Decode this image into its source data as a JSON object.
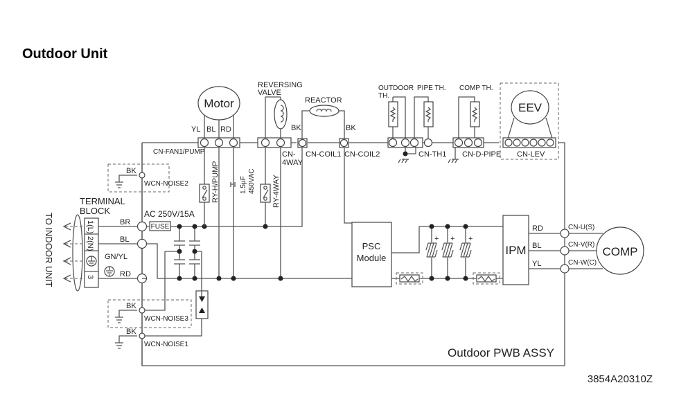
{
  "title": "Outdoor Unit",
  "drawing_number": "3854A20310Z",
  "board_label": "Outdoor PWB ASSY",
  "components": {
    "motor": "Motor",
    "reversing_valve": [
      "REVERSING",
      "VALVE"
    ],
    "reactor": "REACTOR",
    "outdoor_th": [
      "OUTDOOR",
      "TH."
    ],
    "pipe_th": "PIPE TH.",
    "comp_th": "COMP TH.",
    "eev": "EEV",
    "psc_module": [
      "PSC",
      "Module"
    ],
    "ipm": "IPM",
    "comp": "COMP",
    "fuse": "FUSE",
    "fuse_rating": "AC 250V/15A",
    "capacitor": [
      "1.5µF",
      "450VAC"
    ],
    "ry_h_pump": "RY-H/PUMP",
    "ry_4way": "RY-4WAY",
    "terminal_block": [
      "TERMINAL",
      "BLOCK"
    ],
    "to_indoor_unit": "TO INDOOR UNIT"
  },
  "connectors": {
    "cn_fan": "CN-FAN1/PUMP",
    "cn_4way": [
      "CN-",
      "4WAY"
    ],
    "cn_coil1": "CN-COIL1",
    "cn_coil2": "CN-COIL2",
    "cn_th1": "CN-TH1",
    "cn_d_pipe": "CN-D-PIPE",
    "cn_lev": "CN-LEV",
    "cn_u": "CN-U(S)",
    "cn_v": "CN-V(R)",
    "cn_w": "CN-W(C)",
    "wcn_noise1": "WCN-NOISE1",
    "wcn_noise2": "WCN-NOISE2",
    "wcn_noise3": "WCN-NOISE3"
  },
  "terminals": [
    "1(L)",
    "2(N)",
    "⏚",
    "3"
  ],
  "wire_colors": {
    "yl": "YL",
    "bl": "BL",
    "rd": "RD",
    "bk": "BK",
    "br": "BR",
    "gnyl": "GN/YL"
  },
  "plus": "+"
}
